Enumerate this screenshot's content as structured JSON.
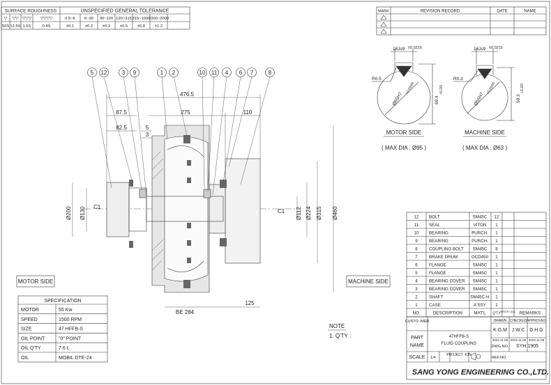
{
  "roughness": {
    "title": "SURFACE ROUGHNESS",
    "symbols": [
      "▽",
      "▽▽",
      "▽▽▽",
      "▽▽▽▽"
    ],
    "values": [
      "50S",
      "12.5S",
      "1.6S",
      "0.4S"
    ]
  },
  "tolerance": {
    "title": "UNSPECIFIED GENERAL TOLERANCE",
    "ranges": [
      "0.5~6",
      "6~30",
      "30~120",
      "120~315",
      "315~1000",
      "1000~2000"
    ],
    "values": [
      "±0.1",
      "±0.2",
      "±0.3",
      "±0.5",
      "±0.8",
      "±1.2"
    ]
  },
  "revision": {
    "headers": [
      "MARK",
      "REVISION RECORD",
      "DATE",
      "NAME"
    ],
    "rows": 3
  },
  "motor_side_section": {
    "keyway": "18Js9",
    "keyway_tol": "±0.0215",
    "radius": "R0.5",
    "bore": "Ø65H7",
    "bore_tol": "+0.030/0",
    "depth": "69.4",
    "depth_tol": "+0.2/0",
    "label": "MOTOR SIDE",
    "max_dia": "( MAX DIA : Ø95 )"
  },
  "machine_side_section": {
    "keyway": "16Js9",
    "keyway_tol": "±0.0215",
    "radius": "R0.3",
    "bore": "Ø55H7",
    "bore_tol": "+0.030/0",
    "depth": "59.3",
    "depth_tol": "+0.2/0",
    "label": "MACHINE SIDE",
    "max_dia": "( MAX DIA : Ø63 )"
  },
  "dimensions": {
    "overall": "476.5",
    "d275": "275",
    "d110": "110",
    "d87_5": "87.5",
    "d82_5": "82.5",
    "d5": "5",
    "d3": "3",
    "c1_left": "C1",
    "c1_right": "C1",
    "dia200": "Ø200",
    "dia130": "Ø130",
    "dia112": "Ø112",
    "dia224": "Ø224",
    "dia315": "Ø315",
    "dia460": "Ø460",
    "be": "BE 284",
    "d125": "125"
  },
  "balloons": [
    "5",
    "12",
    "3",
    "9",
    "1",
    "2",
    "10",
    "11",
    "4",
    "6",
    "7",
    "8"
  ],
  "side_labels": {
    "motor": "MOTOR SIDE",
    "machine": "MACHINE SIDE"
  },
  "specification": {
    "title": "SPECIFICATION",
    "rows": [
      {
        "label": "MOTOR",
        "value": "55 Kw"
      },
      {
        "label": "SPEED",
        "value": "1500 RPM"
      },
      {
        "label": "SIZE",
        "value": "47 HFFB-S"
      },
      {
        "label": "OIL POINT",
        "value": "\"0\" POINT"
      },
      {
        "label": "OIL Q'TY",
        "value": "7.6 L"
      },
      {
        "label": "OIL",
        "value": "MOBIL DTE-24"
      }
    ]
  },
  "note": {
    "title": "NOTE",
    "line": "1. Q'TY :"
  },
  "parts": {
    "headers": {
      "no": "NO.",
      "desc": "DESCRIPTION",
      "mat": "MAT'L",
      "qty": "Q'TY",
      "weight": "WEIGHT (Kg)",
      "remarks": "REMARKS"
    },
    "rows": [
      {
        "no": "12",
        "desc": "BOLT",
        "mat": "SM45C",
        "qty": "12"
      },
      {
        "no": "11",
        "desc": "SEAL",
        "mat": "VITON",
        "qty": "1"
      },
      {
        "no": "10",
        "desc": "BEARING",
        "mat": "PURCH.",
        "qty": "1"
      },
      {
        "no": "9",
        "desc": "BEARING",
        "mat": "PURCH.",
        "qty": "1"
      },
      {
        "no": "8",
        "desc": "COUPLING BOLT",
        "mat": "SM45C",
        "qty": "8"
      },
      {
        "no": "7",
        "desc": "BRAKE DRUM",
        "mat": "GCD450",
        "qty": "1"
      },
      {
        "no": "6",
        "desc": "FLANGE",
        "mat": "SM45C",
        "qty": "1"
      },
      {
        "no": "5",
        "desc": "FLANGE",
        "mat": "SM45C",
        "qty": "1"
      },
      {
        "no": "4",
        "desc": "BEARING COVER",
        "mat": "SM45C",
        "qty": "1"
      },
      {
        "no": "3",
        "desc": "BEARING COVER",
        "mat": "SM45C",
        "qty": "1"
      },
      {
        "no": "2",
        "desc": "SHAFT",
        "mat": "SM45C-H",
        "qty": "1"
      },
      {
        "no": "1",
        "desc": "CASE",
        "mat": "A'SSY",
        "qty": "1"
      }
    ]
  },
  "title_block": {
    "customer_label": "CUSTO\n-MER",
    "drawn": "DRAWN",
    "checked": "CHECKED",
    "approved": "APPROVED",
    "drawn_by": "K.G.M",
    "checked_by": "J.W.C",
    "approved_by": "D.H.G",
    "date1": "2022.11.08",
    "date2": "2022.11.08",
    "date3": "2022.11.08",
    "part_label": "PART",
    "name_label": "NAME",
    "part_line1": "47HFFB-S",
    "part_line2": "FLUID COUPLING",
    "dwg_label": "DWG.NO.",
    "dwg_no": "SYH 1905",
    "scale_label": "SCALE",
    "scale": "1/4",
    "projection": "PROJECT\n-ION",
    "ref_label": "REF.NO.",
    "company": "SANG YONG ENGINEERING CO.,LTD."
  }
}
